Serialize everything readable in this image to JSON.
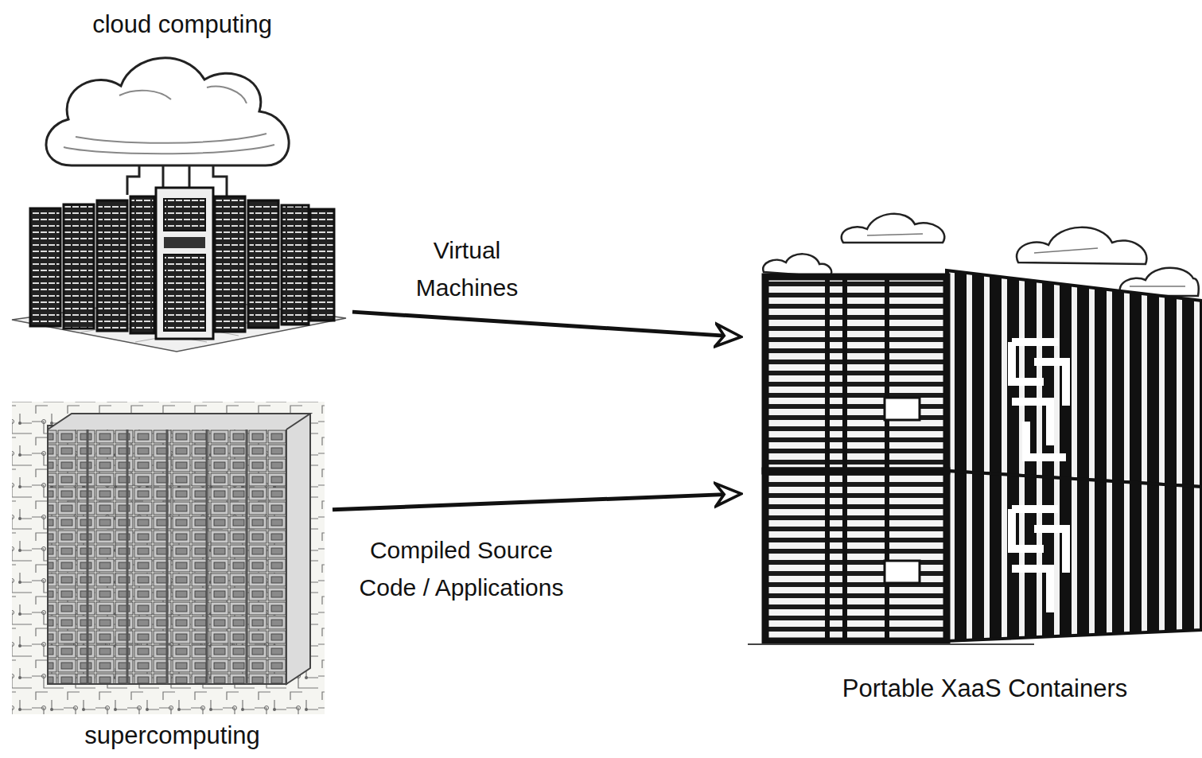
{
  "diagram": {
    "nodes": [
      {
        "text": [
          "cloud computing"
        ]
      },
      {
        "text": [
          "supercomputing"
        ]
      },
      {
        "text": [
          "Portable XaaS Containers"
        ]
      }
    ],
    "edges": [
      {
        "from": 0,
        "to": 2,
        "arrow": "to",
        "label": "Virtual Machines"
      },
      {
        "from": 1,
        "to": 2,
        "arrow": "to",
        "label": "Compiled Source Code / Applications"
      }
    ]
  }
}
